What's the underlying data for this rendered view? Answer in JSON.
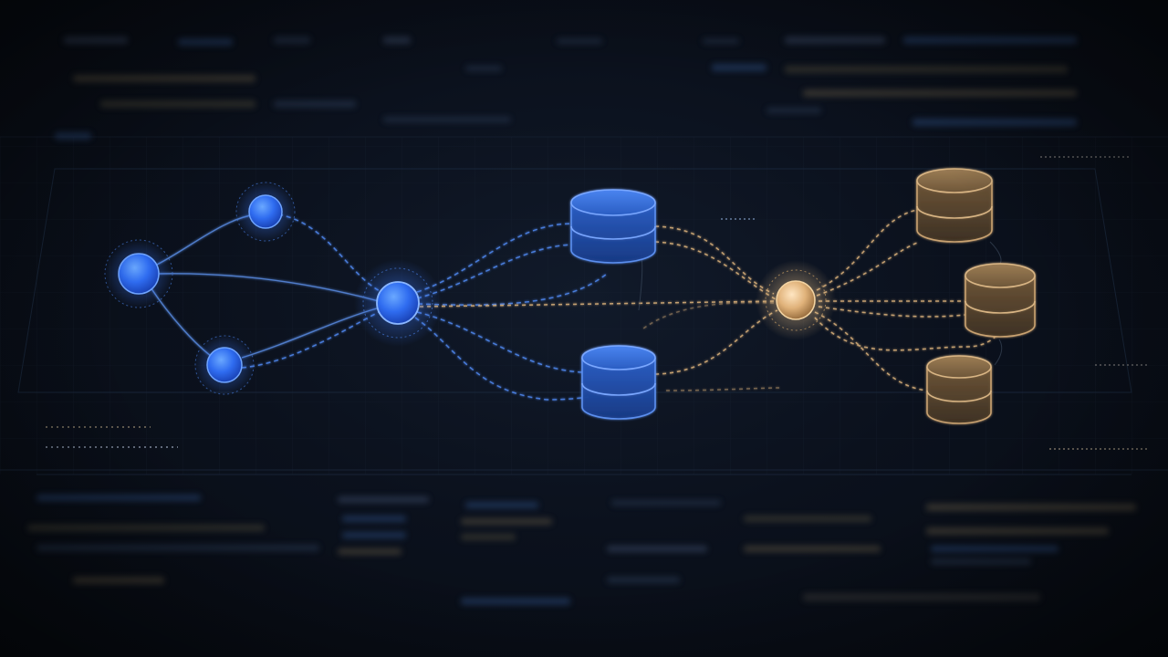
{
  "colors": {
    "background": "#0a0f19",
    "accent_blue": "#2e6bff",
    "accent_blue_light": "#6aa6ff",
    "accent_gold": "#e2bd86",
    "accent_gold_dark": "#8a6a45",
    "grid": "#1a2536",
    "ui_text_placeholder": "#2a3a55"
  },
  "diagram": {
    "description_visible_text": "",
    "nodes": [
      {
        "id": "n1",
        "kind": "source-node",
        "color": "blue"
      },
      {
        "id": "n2",
        "kind": "source-node",
        "color": "blue"
      },
      {
        "id": "n3",
        "kind": "source-node",
        "color": "blue"
      },
      {
        "id": "hub-blue",
        "kind": "hub-node",
        "color": "blue"
      },
      {
        "id": "db-blue-1",
        "kind": "database",
        "color": "blue"
      },
      {
        "id": "db-blue-2",
        "kind": "database",
        "color": "blue"
      },
      {
        "id": "hub-gold",
        "kind": "hub-node",
        "color": "gold"
      },
      {
        "id": "db-gold-1",
        "kind": "database",
        "color": "gold"
      },
      {
        "id": "db-gold-2",
        "kind": "database",
        "color": "gold"
      },
      {
        "id": "db-gold-3",
        "kind": "database",
        "color": "gold"
      }
    ],
    "edges": [
      {
        "from": "n1",
        "to": "n2",
        "style": "solid",
        "color": "blue"
      },
      {
        "from": "n1",
        "to": "n3",
        "style": "solid",
        "color": "blue"
      },
      {
        "from": "n1",
        "to": "hub-blue",
        "style": "solid",
        "color": "blue"
      },
      {
        "from": "n2",
        "to": "hub-blue",
        "style": "dashed",
        "color": "blue"
      },
      {
        "from": "n3",
        "to": "hub-blue",
        "style": "dashed",
        "color": "blue"
      },
      {
        "from": "hub-blue",
        "to": "db-blue-1",
        "style": "dashed",
        "color": "blue"
      },
      {
        "from": "hub-blue",
        "to": "db-blue-2",
        "style": "dashed",
        "color": "blue"
      },
      {
        "from": "db-blue-1",
        "to": "hub-gold",
        "style": "dashed",
        "color": "gold"
      },
      {
        "from": "db-blue-2",
        "to": "hub-gold",
        "style": "dashed",
        "color": "gold"
      },
      {
        "from": "hub-blue",
        "to": "hub-gold",
        "style": "dashed",
        "color": "gold"
      },
      {
        "from": "hub-gold",
        "to": "db-gold-1",
        "style": "dashed",
        "color": "gold"
      },
      {
        "from": "hub-gold",
        "to": "db-gold-2",
        "style": "dashed",
        "color": "gold"
      },
      {
        "from": "hub-gold",
        "to": "db-gold-3",
        "style": "dashed",
        "color": "gold"
      }
    ]
  }
}
